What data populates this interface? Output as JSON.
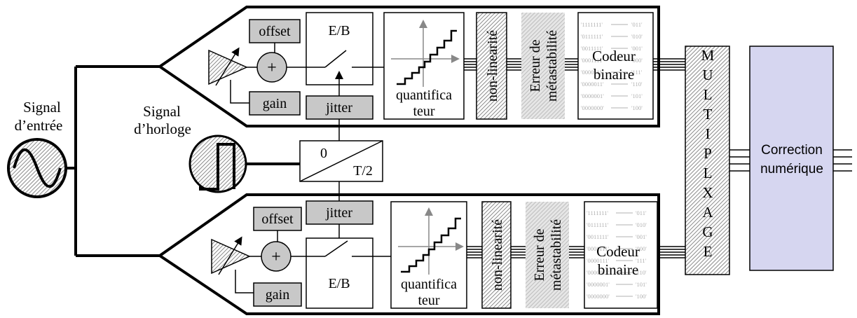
{
  "labels": {
    "input_signal": [
      "Signal",
      "d’entrée"
    ],
    "clock_signal": [
      "Signal",
      "d’horloge"
    ],
    "offset": "offset",
    "gain": "gain",
    "jitter": "jitter",
    "sample_hold": "E/B",
    "quantizer": [
      "quantifica",
      "teur"
    ],
    "nonlinearity": "non-linearité",
    "metastability": [
      "Erreur de",
      "métastabilité"
    ],
    "encoder": [
      "Codeur",
      "binaire"
    ],
    "phase_zero": "0",
    "phase_half": "T/2",
    "plus": "+",
    "mux_letters": [
      "M",
      "U",
      "L",
      "T",
      "I",
      "P",
      "L",
      "X",
      "A",
      "G",
      "E"
    ],
    "correction": [
      "Correction",
      "numérique"
    ]
  },
  "encoder_codes": [
    "'1111111'",
    "'0111111'",
    "'0011111'",
    "'0001111'",
    "'0000111'",
    "'0000011'",
    "'0000001'",
    "'0000000'"
  ],
  "encoder_outputs": [
    "'011'",
    "'010'",
    "'001'",
    "'000'",
    "'111'",
    "'110'",
    "'101'",
    "'100'"
  ],
  "colors": {
    "block_gray": "#c8c8c8",
    "hatch_gray": "#b4b4b4",
    "correction_fill": "#d6d6f0",
    "line": "#000000"
  }
}
